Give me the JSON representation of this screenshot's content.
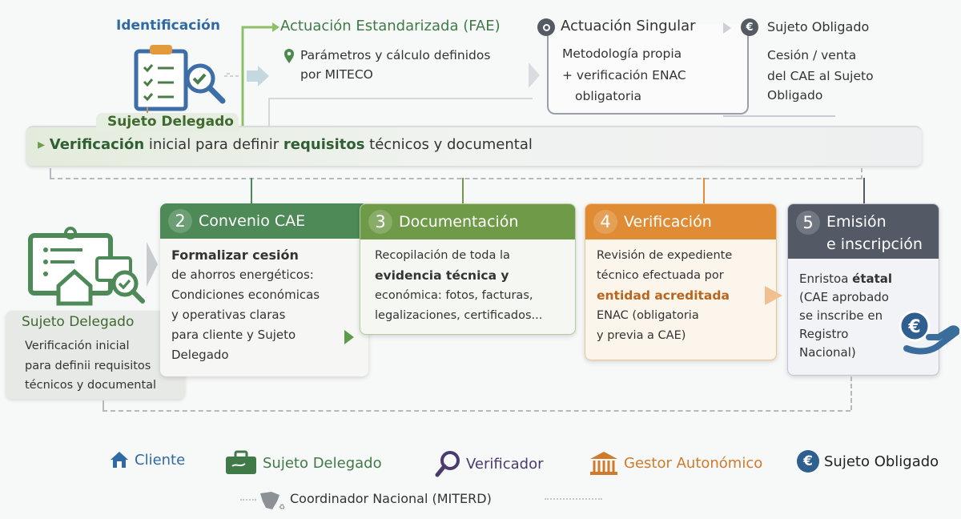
{
  "top": {
    "identificacion": "Identificación",
    "sujeto_delegado_tab": "Sujeto Delegado",
    "fae_title": "Actuación Estandarizada (FAE)",
    "fae_text": [
      "Parámetros y cálculo definidos",
      "por MITECO"
    ],
    "singular_title": "Actuación Singular",
    "singular_text": [
      "Metodología propia",
      "+ verificación ENAC",
      "obligatoria"
    ],
    "obligado_title": "Sujeto Obligado",
    "obligado_text": [
      "Cesión / venta",
      "del CAE al Sujeto",
      "Obligado"
    ]
  },
  "banner": {
    "bold1": "Verificación",
    "t1": " inicial para definir ",
    "bold2": "requisitos",
    "t2": " técnicos y documental"
  },
  "left": {
    "title": "Sujeto Delegado",
    "text": [
      "Verificación inicial",
      "para definii requisitos",
      "técnicos y documental"
    ]
  },
  "steps": [
    {
      "num": "2",
      "title": "Convenio CAE",
      "color": "#4d8a57",
      "lines": [
        "Formalizar cesión",
        "de ahorros energéticos:",
        "Condiciones económicas",
        "y operativas claras",
        "para cliente y Sujeto",
        "Delegado"
      ]
    },
    {
      "num": "3",
      "title": "Documentación",
      "color": "#6f9a48",
      "lines": [
        "Recopilación de toda la",
        "evidencia técnica y",
        "económica: fotos, facturas,",
        "legalizaciones, certificados..."
      ]
    },
    {
      "num": "4",
      "title": "Verificación",
      "color": "#e08c34",
      "lines": [
        "Revisión de expediente",
        "técnico efectuada por",
        "entidad acreditada",
        "ENAC (obligatoria",
        "y previa a CAE)"
      ]
    },
    {
      "num": "5",
      "title": "Emisión",
      "title2": "e inscripción",
      "color": "#535a66",
      "lines": [
        "Enristoa ",
        "étatal",
        "(CAE aprobado",
        "se inscribe en",
        "Registro",
        "Nacional)"
      ]
    }
  ],
  "legend": {
    "cliente": "Cliente",
    "sujeto_delegado": "Sujeto Delegado",
    "verificador": "Verificador",
    "gestor": "Gestor Autonómico",
    "sujeto_obligado": "Sujeto Obligado",
    "coordinador": "Coordinador Nacional (MITERD)"
  },
  "colors": {
    "blue": "#2f6aa3",
    "green": "#3f7a48",
    "purple": "#4a3a6e",
    "orange": "#d07a2c"
  }
}
